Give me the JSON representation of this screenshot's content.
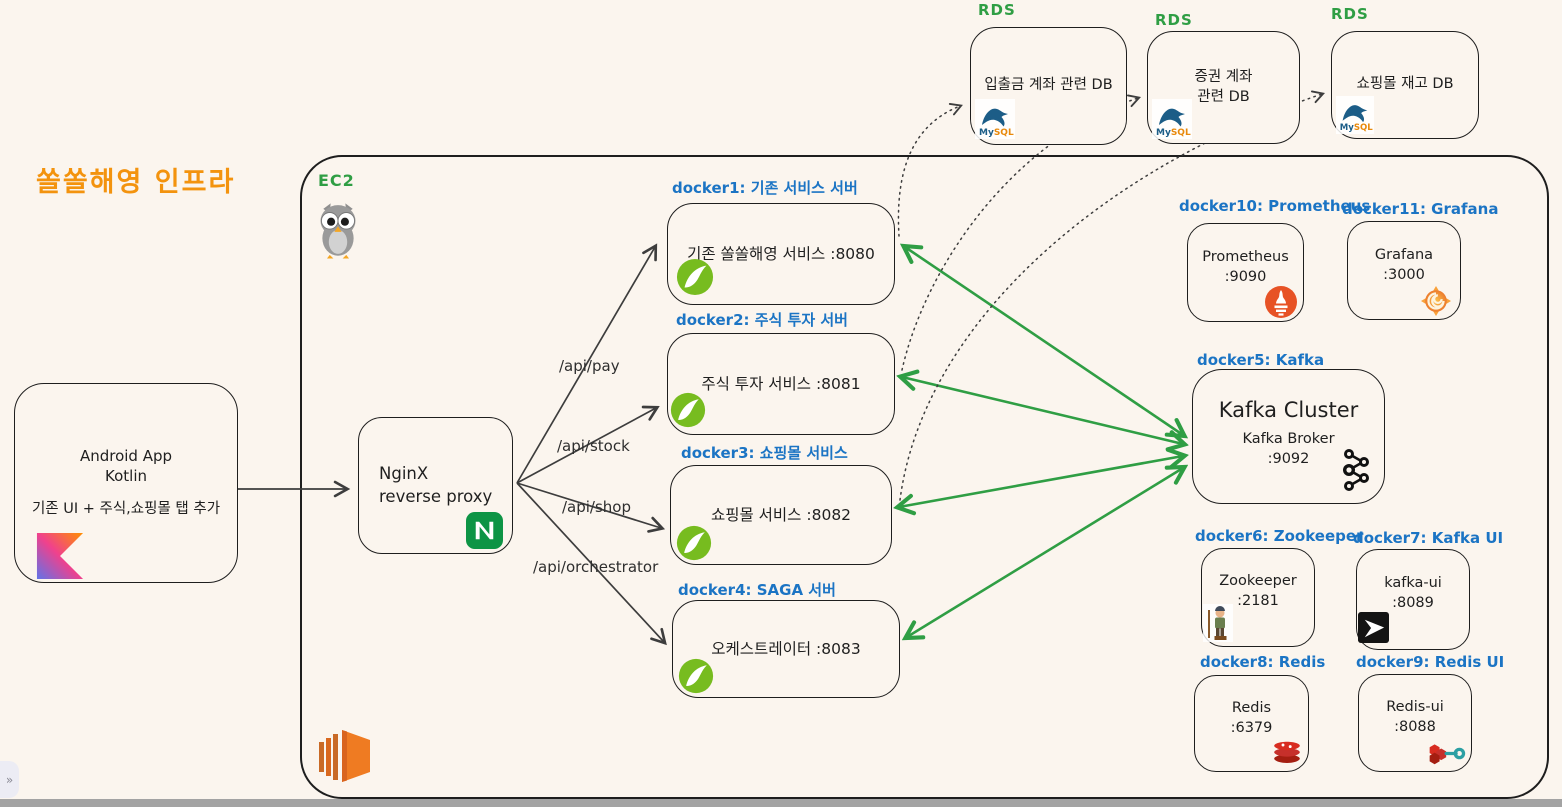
{
  "title": "쏠쏠해영 인프라",
  "colors": {
    "background": "#fbf5ee",
    "title_orange": "#f3930e",
    "docker_label_blue": "#1b74c4",
    "aws_label_green": "#2f9e44",
    "arrow_green": "#2f9e44",
    "stroke_dark": "#1e1e1e"
  },
  "android": {
    "line1": "Android App",
    "line2": "Kotlin",
    "note": "기존 UI + 주식,쇼핑몰 탭 추가",
    "icon": "kotlin-logo"
  },
  "ec2_label": "EC2",
  "ec2_icons": [
    "owl-mascot",
    "aws-ec2-logo"
  ],
  "nginx": {
    "text": "NginX\nreverse proxy",
    "icon": "nginx-logo"
  },
  "routes": {
    "pay": "/api/pay",
    "stock": "/api/stock",
    "shop": "/api/shop",
    "orchestrator": "/api/orchestrator"
  },
  "services": [
    {
      "docker": "docker1: 기존 서비스 서버",
      "text": "기존 쏠쏠해영 서비스 :8080",
      "icon": "spring-logo"
    },
    {
      "docker": "docker2: 주식 투자 서버",
      "text": "주식 투자 서비스 :8081",
      "icon": "spring-logo"
    },
    {
      "docker": "docker3: 쇼핑몰 서비스",
      "text": "쇼핑몰 서비스 :8082",
      "icon": "spring-logo"
    },
    {
      "docker": "docker4: SAGA 서버",
      "text": "오케스트레이터 :8083",
      "icon": "spring-logo"
    }
  ],
  "rds": [
    {
      "label": "RDS",
      "text": "입출금 계좌 관련 DB",
      "icon": "mysql-logo"
    },
    {
      "label": "RDS",
      "text": "증권 계좌\n관련 DB",
      "icon": "mysql-logo"
    },
    {
      "label": "RDS",
      "text": "쇼핑몰 재고 DB",
      "icon": "mysql-logo"
    }
  ],
  "prometheus": {
    "docker": "docker10: Prometheus",
    "text": "Prometheus\n:9090",
    "icon": "prometheus-logo"
  },
  "grafana": {
    "docker": "docker11: Grafana",
    "text": "Grafana\n:3000",
    "icon": "grafana-logo"
  },
  "kafka": {
    "docker": "docker5: Kafka",
    "title": "Kafka Cluster",
    "text": "Kafka Broker\n:9092",
    "icon": "kafka-logo"
  },
  "zookeeper": {
    "docker": "docker6: Zookeeper",
    "text": "Zookeeper\n:2181",
    "icon": "zookeeper-logo"
  },
  "kafka_ui": {
    "docker": "docker7: Kafka UI",
    "text": "kafka-ui\n:8089",
    "icon": "kafka-ui-logo"
  },
  "redis": {
    "docker": "docker8: Redis",
    "text": "Redis\n:6379",
    "icon": "redis-logo"
  },
  "redis_ui": {
    "docker": "docker9: Redis UI",
    "text": "Redis-ui\n:8088",
    "icon": "redis-ui-logo"
  },
  "sidebar_toggle": "»"
}
